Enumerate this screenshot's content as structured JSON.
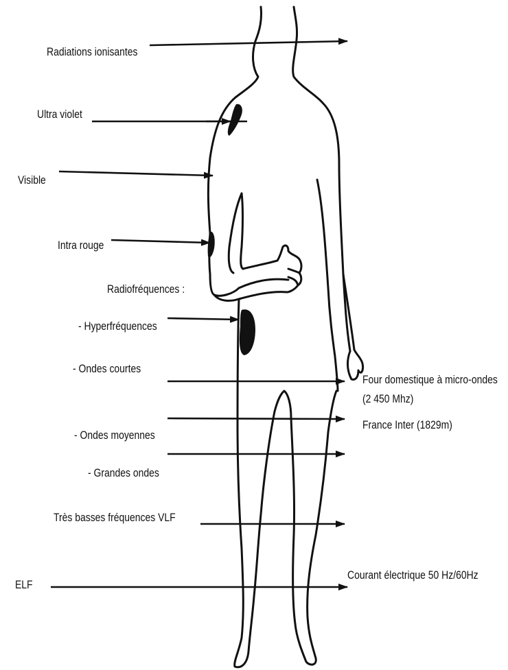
{
  "labels": {
    "radiations_ionisantes": "Radiations ionisantes",
    "ultra_violet": "Ultra violet",
    "visible": "Visible",
    "intra_rouge": "Intra rouge",
    "radiofrequences": "Radiofréquences :",
    "hyperfrequences": "- Hyperfréquences",
    "ondes_courtes": "- Ondes courtes",
    "ondes_moyennes": "- Ondes moyennes",
    "grandes_ondes": "- Grandes ondes",
    "vlf": "Très basses fréquences VLF",
    "elf": "ELF",
    "four_line1": "Four domestique à micro-ondes",
    "four_line2": "(2 450 Mhz)",
    "france_inter": "France Inter (1829m)",
    "courant": "Courant électrique 50 Hz/60Hz"
  },
  "colors": {
    "ink": "#111111",
    "background": "#ffffff"
  }
}
